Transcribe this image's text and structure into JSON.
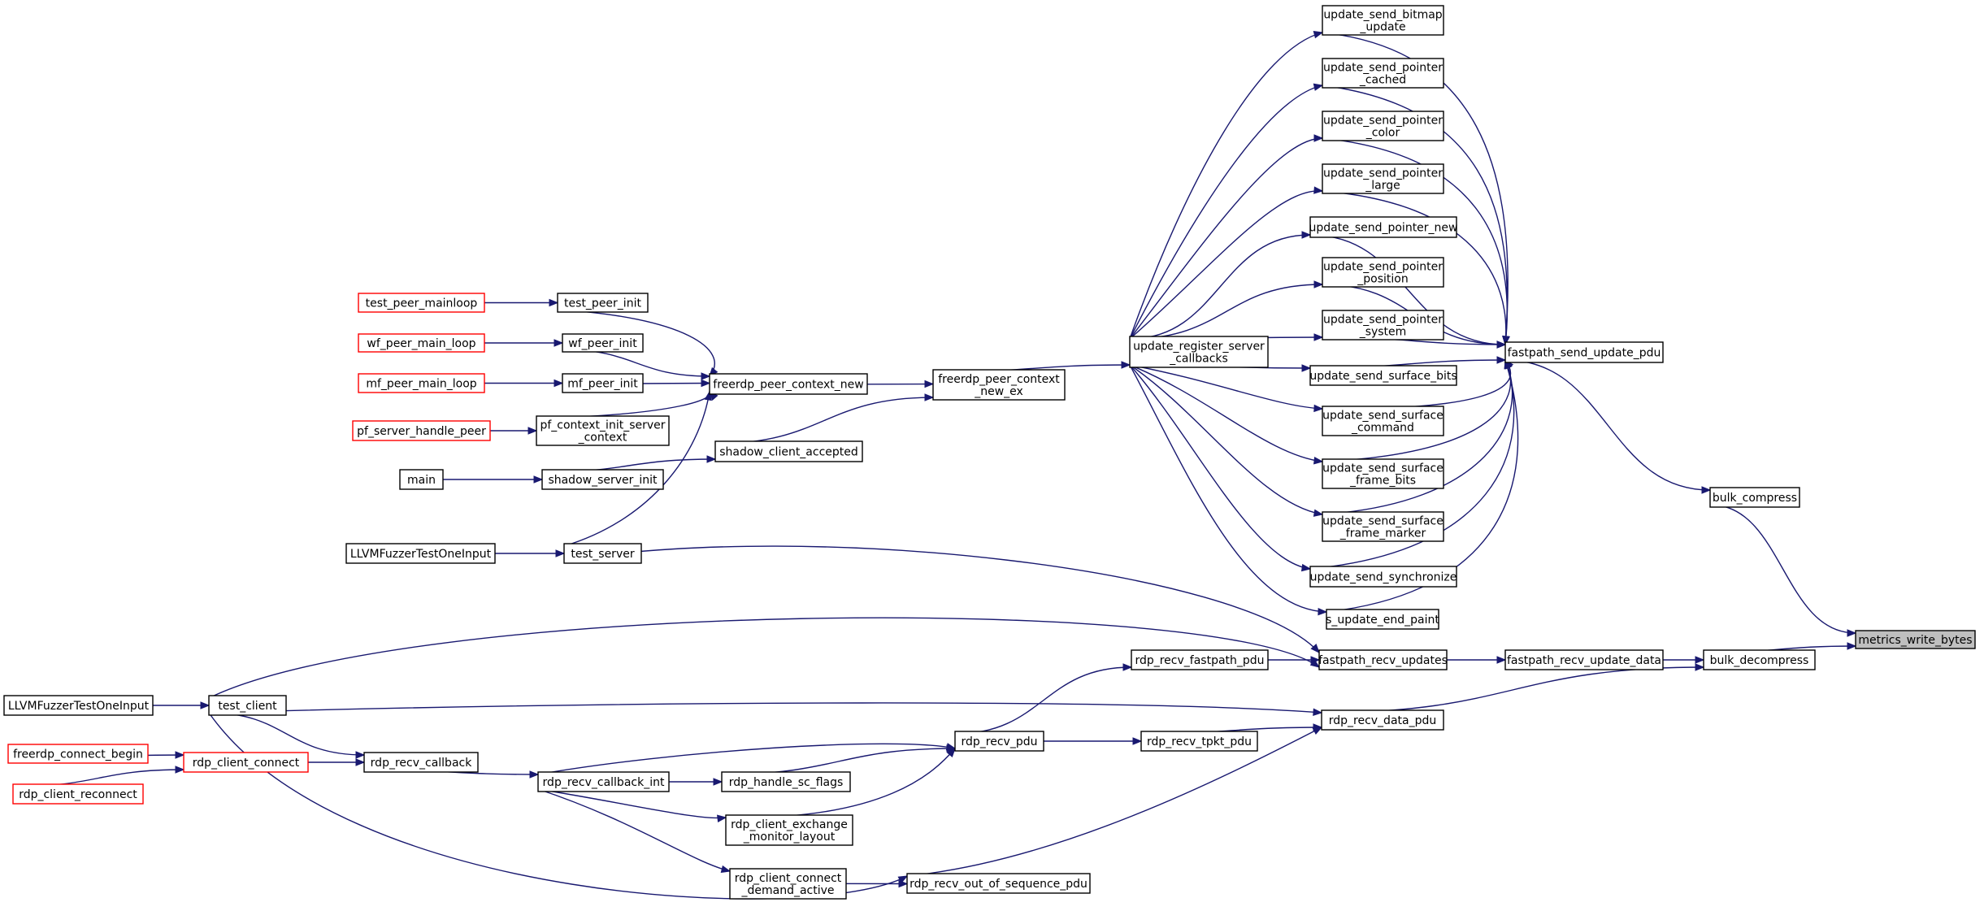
{
  "diagram": {
    "type": "call-graph",
    "colors": {
      "edge": "#191970",
      "node_border": "#000000",
      "truncated_border": "#ff0000",
      "focus_fill": "#bfbfbf"
    },
    "nodes": [
      {
        "id": "metrics_write_bytes",
        "lines": [
          "metrics_write_bytes"
        ],
        "style": "focus"
      },
      {
        "id": "bulk_compress",
        "lines": [
          "bulk_compress"
        ]
      },
      {
        "id": "bulk_decompress",
        "lines": [
          "bulk_decompress"
        ]
      },
      {
        "id": "fastpath_send_update_pdu",
        "lines": [
          "fastpath_send_update_pdu"
        ]
      },
      {
        "id": "fastpath_recv_update_data",
        "lines": [
          "fastpath_recv_update_data"
        ]
      },
      {
        "id": "rdp_recv_data_pdu",
        "lines": [
          "rdp_recv_data_pdu"
        ]
      },
      {
        "id": "update_send_bitmap_update",
        "lines": [
          "update_send_bitmap",
          "_update"
        ]
      },
      {
        "id": "update_send_pointer_cached",
        "lines": [
          "update_send_pointer",
          "_cached"
        ]
      },
      {
        "id": "update_send_pointer_color",
        "lines": [
          "update_send_pointer",
          "_color"
        ]
      },
      {
        "id": "update_send_pointer_large",
        "lines": [
          "update_send_pointer",
          "_large"
        ]
      },
      {
        "id": "update_send_pointer_new",
        "lines": [
          "update_send_pointer_new"
        ]
      },
      {
        "id": "update_send_pointer_position",
        "lines": [
          "update_send_pointer",
          "_position"
        ]
      },
      {
        "id": "update_send_pointer_system",
        "lines": [
          "update_send_pointer",
          "_system"
        ]
      },
      {
        "id": "update_send_surface_bits",
        "lines": [
          "update_send_surface_bits"
        ]
      },
      {
        "id": "update_send_surface_command",
        "lines": [
          "update_send_surface",
          "_command"
        ]
      },
      {
        "id": "update_send_surface_frame_bits",
        "lines": [
          "update_send_surface",
          "_frame_bits"
        ]
      },
      {
        "id": "update_send_surface_frame_marker",
        "lines": [
          "update_send_surface",
          "_frame_marker"
        ]
      },
      {
        "id": "update_send_synchronize",
        "lines": [
          "update_send_synchronize"
        ]
      },
      {
        "id": "s_update_end_paint",
        "lines": [
          "s_update_end_paint"
        ]
      },
      {
        "id": "update_register_server_callbacks",
        "lines": [
          "update_register_server",
          "_callbacks"
        ]
      },
      {
        "id": "freerdp_peer_context_new_ex",
        "lines": [
          "freerdp_peer_context",
          "_new_ex"
        ]
      },
      {
        "id": "freerdp_peer_context_new",
        "lines": [
          "freerdp_peer_context_new"
        ]
      },
      {
        "id": "shadow_client_accepted",
        "lines": [
          "shadow_client_accepted"
        ]
      },
      {
        "id": "test_peer_init",
        "lines": [
          "test_peer_init"
        ]
      },
      {
        "id": "wf_peer_init",
        "lines": [
          "wf_peer_init"
        ]
      },
      {
        "id": "mf_peer_init",
        "lines": [
          "mf_peer_init"
        ]
      },
      {
        "id": "pf_context_init_server_context",
        "lines": [
          "pf_context_init_server",
          "_context"
        ]
      },
      {
        "id": "shadow_server_init",
        "lines": [
          "shadow_server_init"
        ]
      },
      {
        "id": "test_server",
        "lines": [
          "test_server"
        ]
      },
      {
        "id": "test_peer_mainloop",
        "lines": [
          "test_peer_mainloop"
        ],
        "style": "truncated"
      },
      {
        "id": "wf_peer_main_loop",
        "lines": [
          "wf_peer_main_loop"
        ],
        "style": "truncated"
      },
      {
        "id": "mf_peer_main_loop",
        "lines": [
          "mf_peer_main_loop"
        ],
        "style": "truncated"
      },
      {
        "id": "pf_server_handle_peer",
        "lines": [
          "pf_server_handle_peer"
        ],
        "style": "truncated"
      },
      {
        "id": "main",
        "lines": [
          "main"
        ]
      },
      {
        "id": "LLVMFuzzerTestOneInput_a",
        "lines": [
          "LLVMFuzzerTestOneInput"
        ]
      },
      {
        "id": "fastpath_recv_updates",
        "lines": [
          "fastpath_recv_updates"
        ]
      },
      {
        "id": "rdp_recv_fastpath_pdu",
        "lines": [
          "rdp_recv_fastpath_pdu"
        ]
      },
      {
        "id": "test_client",
        "lines": [
          "test_client"
        ]
      },
      {
        "id": "LLVMFuzzerTestOneInput_b",
        "lines": [
          "LLVMFuzzerTestOneInput"
        ]
      },
      {
        "id": "rdp_recv_pdu",
        "lines": [
          "rdp_recv_pdu"
        ]
      },
      {
        "id": "rdp_recv_tpkt_pdu",
        "lines": [
          "rdp_recv_tpkt_pdu"
        ]
      },
      {
        "id": "rdp_recv_callback_int",
        "lines": [
          "rdp_recv_callback_int"
        ]
      },
      {
        "id": "rdp_handle_sc_flags",
        "lines": [
          "rdp_handle_sc_flags"
        ]
      },
      {
        "id": "rdp_client_exchange_monitor_layout",
        "lines": [
          "rdp_client_exchange",
          "_monitor_layout"
        ]
      },
      {
        "id": "rdp_client_connect_demand_active",
        "lines": [
          "rdp_client_connect",
          "_demand_active"
        ]
      },
      {
        "id": "rdp_recv_out_of_sequence_pdu",
        "lines": [
          "rdp_recv_out_of_sequence_pdu"
        ]
      },
      {
        "id": "rdp_recv_callback",
        "lines": [
          "rdp_recv_callback"
        ]
      },
      {
        "id": "rdp_client_connect",
        "lines": [
          "rdp_client_connect"
        ],
        "style": "truncated"
      },
      {
        "id": "freerdp_connect_begin",
        "lines": [
          "freerdp_connect_begin"
        ],
        "style": "truncated"
      },
      {
        "id": "rdp_client_reconnect",
        "lines": [
          "rdp_client_reconnect"
        ],
        "style": "truncated"
      }
    ],
    "edges": [
      [
        "metrics_write_bytes",
        "bulk_compress"
      ],
      [
        "metrics_write_bytes",
        "bulk_decompress"
      ],
      [
        "bulk_compress",
        "fastpath_send_update_pdu"
      ],
      [
        "bulk_decompress",
        "fastpath_recv_update_data"
      ],
      [
        "bulk_decompress",
        "rdp_recv_data_pdu"
      ],
      [
        "fastpath_send_update_pdu",
        "update_send_bitmap_update"
      ],
      [
        "fastpath_send_update_pdu",
        "update_send_pointer_cached"
      ],
      [
        "fastpath_send_update_pdu",
        "update_send_pointer_color"
      ],
      [
        "fastpath_send_update_pdu",
        "update_send_pointer_large"
      ],
      [
        "fastpath_send_update_pdu",
        "update_send_pointer_new"
      ],
      [
        "fastpath_send_update_pdu",
        "update_send_pointer_position"
      ],
      [
        "fastpath_send_update_pdu",
        "update_send_pointer_system"
      ],
      [
        "fastpath_send_update_pdu",
        "update_send_surface_bits"
      ],
      [
        "fastpath_send_update_pdu",
        "update_send_surface_command"
      ],
      [
        "fastpath_send_update_pdu",
        "update_send_surface_frame_bits"
      ],
      [
        "fastpath_send_update_pdu",
        "update_send_surface_frame_marker"
      ],
      [
        "fastpath_send_update_pdu",
        "update_send_synchronize"
      ],
      [
        "fastpath_send_update_pdu",
        "s_update_end_paint"
      ],
      [
        "update_send_bitmap_update",
        "update_register_server_callbacks"
      ],
      [
        "update_send_pointer_cached",
        "update_register_server_callbacks"
      ],
      [
        "update_send_pointer_color",
        "update_register_server_callbacks"
      ],
      [
        "update_send_pointer_large",
        "update_register_server_callbacks"
      ],
      [
        "update_send_pointer_new",
        "update_register_server_callbacks"
      ],
      [
        "update_send_pointer_position",
        "update_register_server_callbacks"
      ],
      [
        "update_send_pointer_system",
        "update_register_server_callbacks"
      ],
      [
        "update_send_surface_bits",
        "update_register_server_callbacks"
      ],
      [
        "update_send_surface_command",
        "update_register_server_callbacks"
      ],
      [
        "update_send_surface_frame_bits",
        "update_register_server_callbacks"
      ],
      [
        "update_send_surface_frame_marker",
        "update_register_server_callbacks"
      ],
      [
        "update_send_synchronize",
        "update_register_server_callbacks"
      ],
      [
        "s_update_end_paint",
        "update_register_server_callbacks"
      ],
      [
        "update_register_server_callbacks",
        "freerdp_peer_context_new_ex"
      ],
      [
        "freerdp_peer_context_new_ex",
        "freerdp_peer_context_new"
      ],
      [
        "freerdp_peer_context_new_ex",
        "shadow_client_accepted"
      ],
      [
        "freerdp_peer_context_new",
        "test_peer_init"
      ],
      [
        "freerdp_peer_context_new",
        "wf_peer_init"
      ],
      [
        "freerdp_peer_context_new",
        "mf_peer_init"
      ],
      [
        "freerdp_peer_context_new",
        "pf_context_init_server_context"
      ],
      [
        "freerdp_peer_context_new",
        "test_server"
      ],
      [
        "shadow_client_accepted",
        "shadow_server_init"
      ],
      [
        "test_peer_init",
        "test_peer_mainloop"
      ],
      [
        "wf_peer_init",
        "wf_peer_main_loop"
      ],
      [
        "mf_peer_init",
        "mf_peer_main_loop"
      ],
      [
        "pf_context_init_server_context",
        "pf_server_handle_peer"
      ],
      [
        "shadow_server_init",
        "main"
      ],
      [
        "test_server",
        "LLVMFuzzerTestOneInput_a"
      ],
      [
        "fastpath_recv_update_data",
        "fastpath_recv_updates"
      ],
      [
        "fastpath_recv_updates",
        "rdp_recv_fastpath_pdu"
      ],
      [
        "fastpath_recv_updates",
        "test_server"
      ],
      [
        "fastpath_recv_updates",
        "test_client"
      ],
      [
        "rdp_recv_fastpath_pdu",
        "rdp_recv_pdu"
      ],
      [
        "rdp_recv_data_pdu",
        "rdp_recv_tpkt_pdu"
      ],
      [
        "rdp_recv_data_pdu",
        "test_client"
      ],
      [
        "rdp_recv_data_pdu",
        "rdp_recv_out_of_sequence_pdu"
      ],
      [
        "rdp_recv_tpkt_pdu",
        "rdp_recv_pdu"
      ],
      [
        "rdp_recv_pdu",
        "rdp_recv_callback_int"
      ],
      [
        "rdp_recv_pdu",
        "rdp_handle_sc_flags"
      ],
      [
        "rdp_recv_pdu",
        "rdp_client_exchange_monitor_layout"
      ],
      [
        "rdp_handle_sc_flags",
        "rdp_recv_callback_int"
      ],
      [
        "rdp_client_exchange_monitor_layout",
        "rdp_recv_callback_int"
      ],
      [
        "rdp_recv_out_of_sequence_pdu",
        "rdp_client_connect_demand_active"
      ],
      [
        "rdp_recv_out_of_sequence_pdu",
        "test_client"
      ],
      [
        "rdp_client_connect_demand_active",
        "rdp_recv_callback_int"
      ],
      [
        "rdp_recv_callback_int",
        "rdp_recv_callback"
      ],
      [
        "rdp_recv_callback",
        "rdp_client_connect"
      ],
      [
        "rdp_recv_callback",
        "test_client"
      ],
      [
        "rdp_client_connect",
        "freerdp_connect_begin"
      ],
      [
        "rdp_client_connect",
        "rdp_client_reconnect"
      ],
      [
        "test_client",
        "LLVMFuzzerTestOneInput_b"
      ]
    ]
  }
}
